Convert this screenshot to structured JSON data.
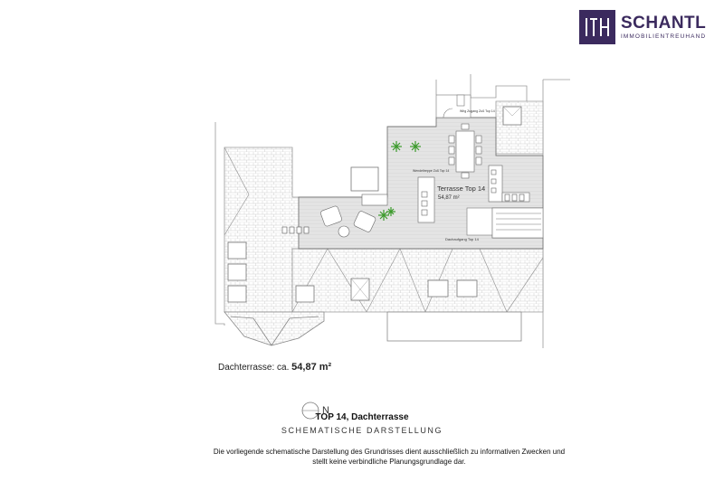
{
  "logo": {
    "name": "SCHANTL",
    "subtitle": "IMMOBILIENTREUHAND",
    "mark": "ITH",
    "color": "#3b2a5e"
  },
  "plan": {
    "terrace_name": "Terrasse Top 14",
    "terrace_area": "54,87 m²",
    "label_stair_access": "Whg Zugang Zuß Top 14",
    "label_staircase": "Wendeltreppe Zuß Top 14",
    "label_roof_access": "Dachaufgang Top 14",
    "terrace_color": "#e4e4e4",
    "plant_color": "#3a9a2a"
  },
  "area_summary": {
    "label": "Dachterrasse: ca.",
    "value": "54,87 m²"
  },
  "compass": {
    "letter": "N",
    "icon": "north-arrow-icon"
  },
  "title": "TOP 14, Dachterrasse",
  "subtitle": "SCHEMATISCHE DARSTELLUNG",
  "disclaimer": "Die vorliegende schematische Darstellung des Grundrisses dient ausschließlich zu informativen Zwecken und stellt keine verbindliche Planungsgrundlage dar."
}
